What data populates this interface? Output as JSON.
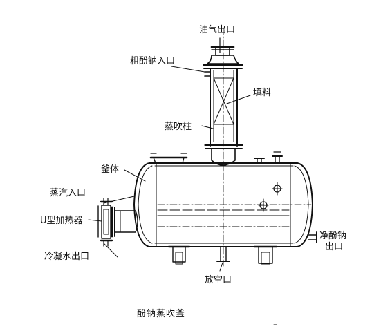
{
  "labels": {
    "oil_gas_outlet": "油气出口",
    "crude_phenolate_inlet": "粗酚钠入口",
    "packing": "填料",
    "stripping_column": "蒸吹柱",
    "vessel_body": "釜体",
    "steam_inlet": "蒸汽入口",
    "u_heater": "U型加热器",
    "condensate_outlet": "冷凝水出口",
    "pure_phenolate_outlet_line1": "净酚钠",
    "pure_phenolate_outlet_line2": "出口",
    "drain_port": "放空口"
  },
  "caption": "酚钠蒸吹釜"
}
